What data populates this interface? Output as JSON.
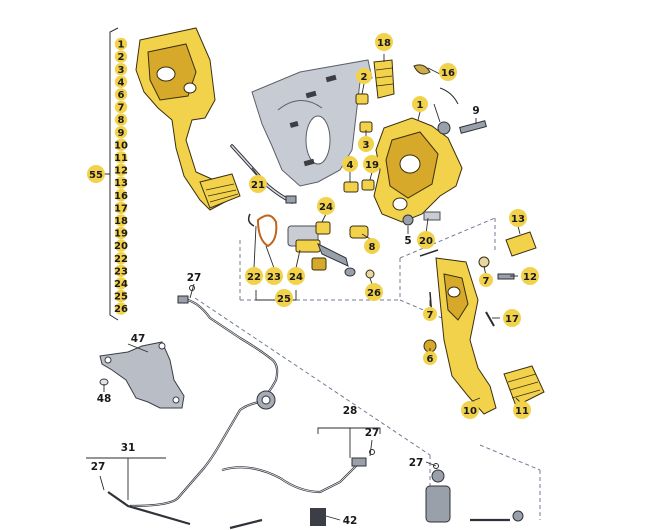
{
  "diagram": {
    "bubble_color": "#f2d24a",
    "left_column_labels": [
      "1",
      "2",
      "3",
      "4",
      "6",
      "7",
      "8",
      "9",
      "10",
      "11",
      "12",
      "13",
      "16",
      "17",
      "18",
      "19",
      "20",
      "22",
      "23",
      "24",
      "25",
      "26"
    ],
    "bracket_label": "55",
    "labels": {
      "l27a": "27",
      "l47": "47",
      "l48": "48",
      "l31": "31",
      "l27b": "27",
      "l28": "28",
      "l27c": "27",
      "l27d": "27",
      "l42": "42",
      "l5a": "5",
      "l9": "9",
      "l5b": "5"
    },
    "bubbles": {
      "b18": "18",
      "b2": "2",
      "b16": "16",
      "b1": "1",
      "b3": "3",
      "b4": "4",
      "b19": "19",
      "b21": "21",
      "b24a": "24",
      "b8": "8",
      "b20": "20",
      "b13": "13",
      "b22": "22",
      "b23": "23",
      "b24b": "24",
      "b25": "25",
      "b26": "26",
      "b7a": "7",
      "b12": "12",
      "b7b": "7",
      "b17": "17",
      "b6": "6",
      "b10": "10",
      "b11": "11"
    }
  }
}
